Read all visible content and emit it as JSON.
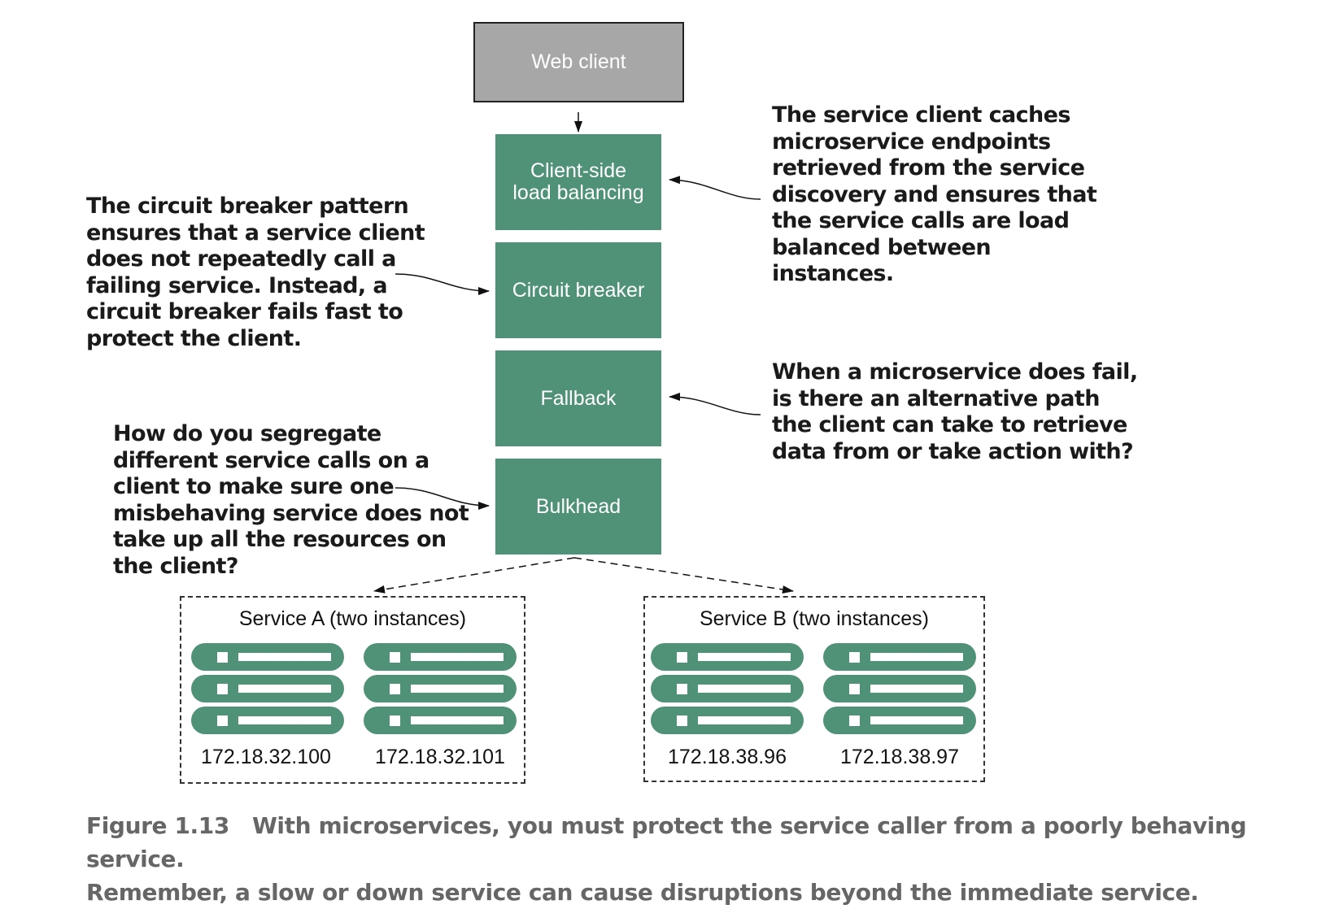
{
  "web_client": {
    "label": "Web client"
  },
  "components": {
    "load_balancing": "Client-side\nload balancing",
    "circuit_breaker": "Circuit breaker",
    "fallback": "Fallback",
    "bulkhead": "Bulkhead"
  },
  "notes": {
    "load_balancing": "The service client caches\nmicroservice endpoints\nretrieved from the service\ndiscovery and ensures that\nthe service calls are load\nbalanced between\ninstances.",
    "circuit_breaker": "The circuit breaker pattern\nensures that a service client\ndoes not repeatedly call a\nfailing service. Instead, a\ncircuit breaker fails fast to\nprotect the client.",
    "fallback": "When a microservice does fail,\nis there an alternative path\nthe client can take to retrieve\ndata from or take action with?",
    "bulkhead": "How do you segregate\ndifferent service calls on a\nclient to make sure one\nmisbehaving service does not\ntake up all the resources on\nthe client?"
  },
  "services": [
    {
      "title": "Service A (two instances)",
      "instances": [
        "172.18.32.100",
        "172.18.32.101"
      ]
    },
    {
      "title": "Service B (two instances)",
      "instances": [
        "172.18.38.96",
        "172.18.38.97"
      ]
    }
  ],
  "caption": {
    "label": "Figure 1.13",
    "line1": "With microservices, you must protect the service caller from a poorly behaving service.",
    "line2": "Remember, a slow or down service can cause disruptions beyond the immediate service."
  },
  "colors": {
    "component_green": "#4f9278",
    "web_client_gray": "#a7a7a7",
    "caption_gray": "#666666"
  }
}
